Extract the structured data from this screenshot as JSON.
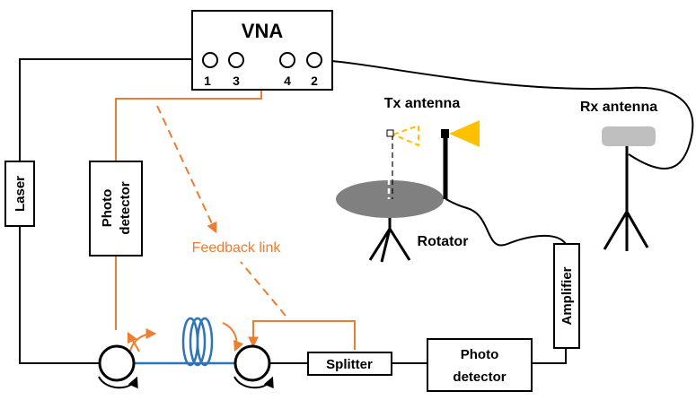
{
  "vna": {
    "title": "VNA",
    "ports": [
      "1",
      "3",
      "4",
      "2"
    ]
  },
  "boxes": {
    "laser": "Laser",
    "photodetector_left_line1": "Photo",
    "photodetector_left_line2": "detector",
    "photodetector_right_line1": "Photo",
    "photodetector_right_line2": "detector",
    "splitter": "Splitter",
    "amplifier": "Amplifier"
  },
  "labels": {
    "tx_antenna": "Tx antenna",
    "rx_antenna": "Rx antenna",
    "rotator": "Rotator",
    "feedback_link": "Feedback link"
  },
  "colors": {
    "optical_orange": "#ed7d31",
    "fiber_blue": "#2e75b6",
    "rotator_gray": "#808080",
    "horn_gold": "#ffc000",
    "rx_gray": "#bfbfbf",
    "line_black": "#000000"
  }
}
